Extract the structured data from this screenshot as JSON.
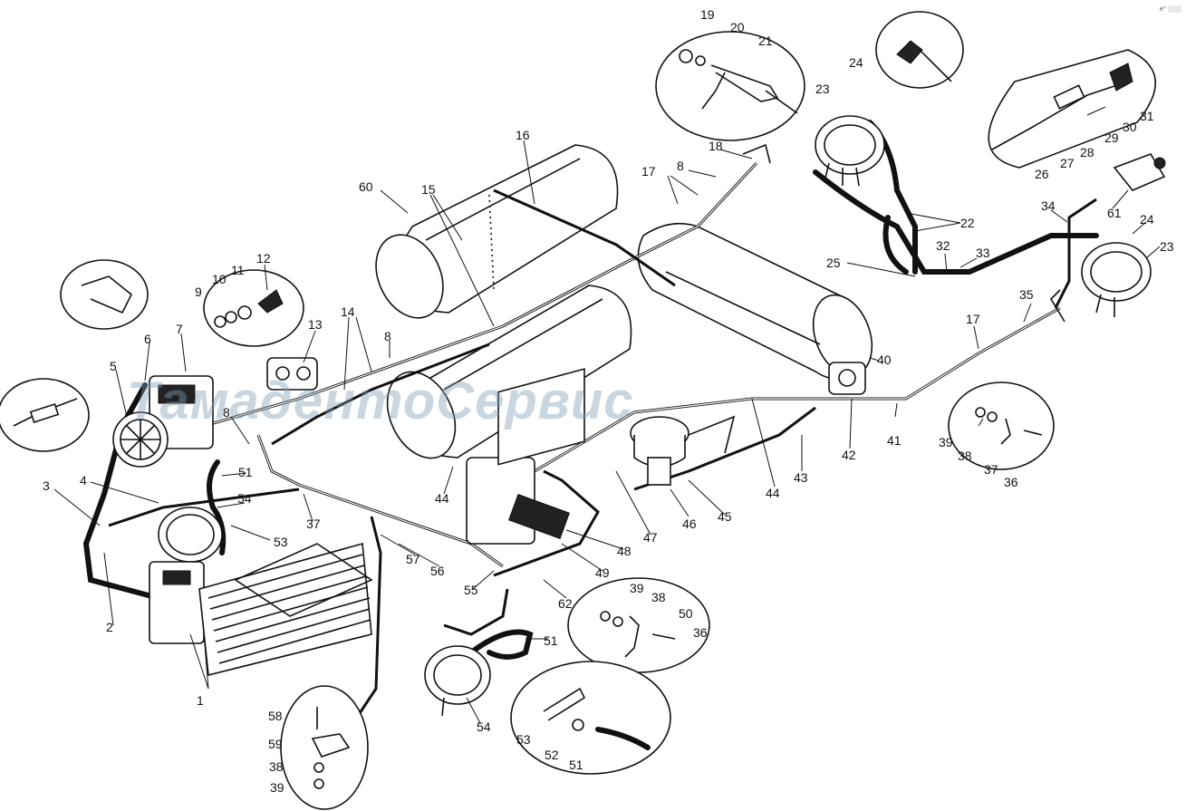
{
  "diagram": {
    "corner_mark": "e° ░░░",
    "watermark": "ТамадентоСервис",
    "callouts": [
      "1",
      "2",
      "3",
      "4",
      "5",
      "6",
      "7",
      "8",
      "9",
      "10",
      "11",
      "12",
      "13",
      "14",
      "15",
      "16",
      "17",
      "18",
      "19",
      "20",
      "21",
      "22",
      "23",
      "24",
      "25",
      "26",
      "27",
      "28",
      "29",
      "30",
      "31",
      "32",
      "33",
      "34",
      "35",
      "36",
      "37",
      "38",
      "39",
      "40",
      "41",
      "42",
      "43",
      "44",
      "45",
      "46",
      "47",
      "48",
      "49",
      "50",
      "51",
      "52",
      "53",
      "54",
      "55",
      "56",
      "57",
      "58",
      "59",
      "60",
      "61",
      "62"
    ]
  }
}
